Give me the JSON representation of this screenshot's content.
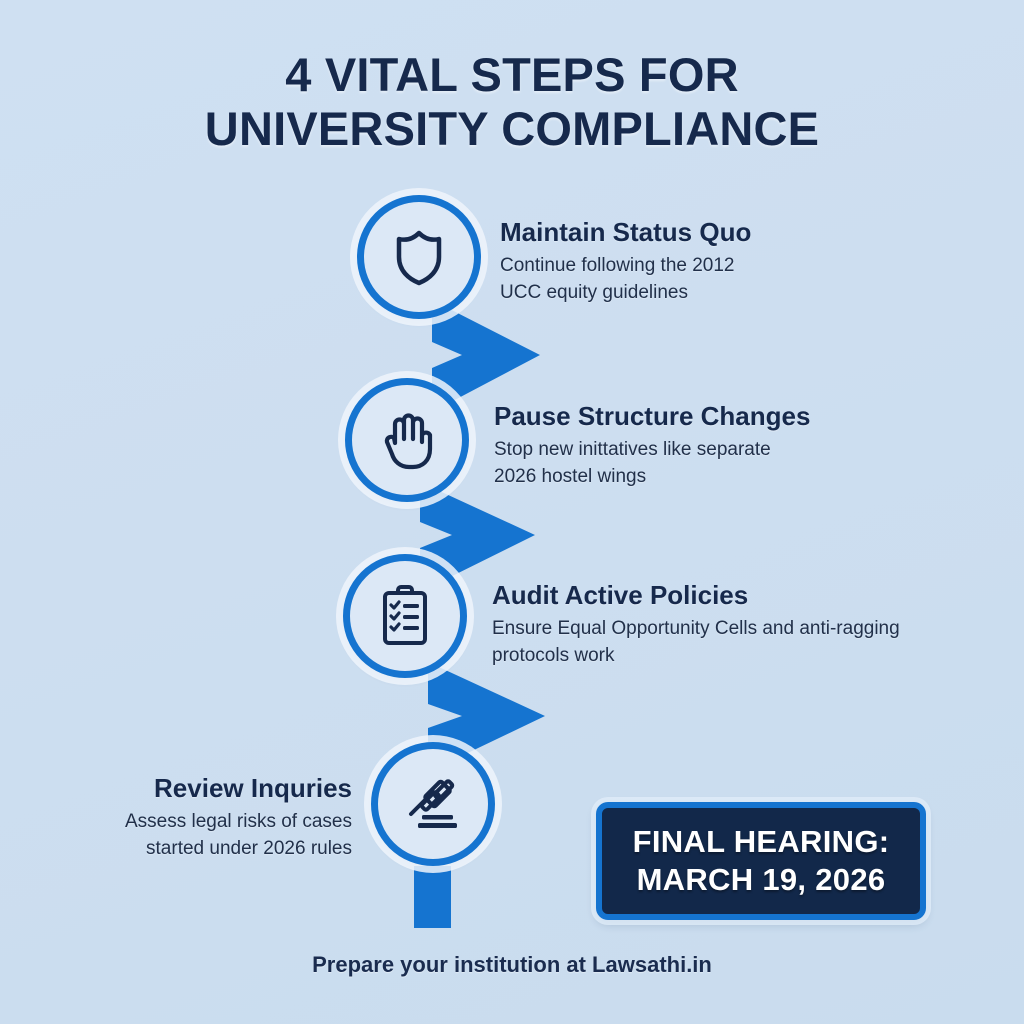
{
  "title": {
    "line1": "4 VITAL STEPS FOR",
    "line2": "UNIVERSITY COMPLIANCE"
  },
  "colors": {
    "background": "#cedff1",
    "accent_blue": "#1574d0",
    "navy": "#16294c",
    "badge_bg": "#12284a",
    "circle_fill": "#dce8f6"
  },
  "steps": [
    {
      "icon": "shield-icon",
      "title": "Maintain Status Quo",
      "desc_line1": "Continue following the 2012",
      "desc_line2": "UCC equity guidelines",
      "align": "right"
    },
    {
      "icon": "raised-hand-icon",
      "title": "Pause Structure Changes",
      "desc_line1": "Stop new inittatives like separate",
      "desc_line2": "2026 hostel wings",
      "align": "right"
    },
    {
      "icon": "clipboard-checklist-icon",
      "title": "Audit Active Policies",
      "desc_line1": "Ensure Equal Opportunity Cells and anti-ragging",
      "desc_line2": "protocols work",
      "align": "right"
    },
    {
      "icon": "gavel-icon",
      "title": "Review Inquries",
      "desc_line1": "Assess legal risks of cases",
      "desc_line2": "started under 2026 rules",
      "align": "left"
    }
  ],
  "badge": {
    "line1": "FINAL HEARING:",
    "line2": "MARCH 19, 2026"
  },
  "footer": {
    "text": "Prepare your institution at Lawsathi.in"
  }
}
